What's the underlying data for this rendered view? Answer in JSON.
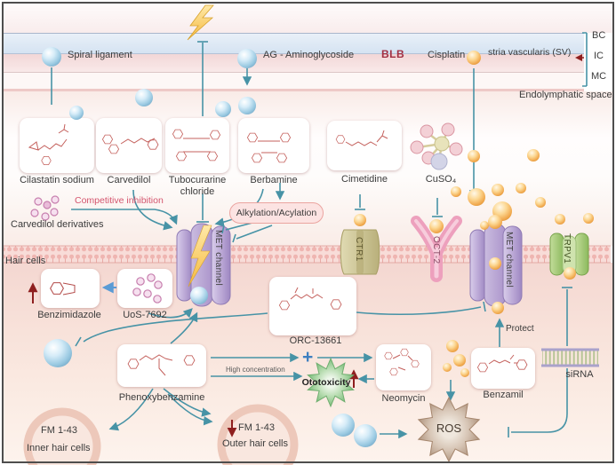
{
  "top": {
    "spiral_ligament": "Spiral ligament",
    "aminoglycoside": "AG - Aminoglycoside",
    "blb": "BLB",
    "cisplatin": "Cisplatin",
    "stria_vascularis": "stria vascularis (SV)",
    "layer_bc": "BC",
    "layer_ic": "IC",
    "layer_mc": "MC",
    "endolymphatic_space": "Endolymphatic space"
  },
  "drugs": {
    "cilastatin": "Cilastatin sodium",
    "carvedilol": "Carvedilol",
    "tubocurarine": "Tubocurarine chloride",
    "berbamine": "Berbamine",
    "cimetidine": "Cimetidine",
    "cuso4": "CuSO₄"
  },
  "mid": {
    "competitive_inhibition": "Competitive inhibition",
    "carvedilol_derivatives": "Carvedilol derivatives",
    "alkylation": "Alkylation/Acylation",
    "met_channel": "MET channel",
    "ctr1": "CTR1",
    "oct2": "OCT-2",
    "trpv1": "TRPV1",
    "hair_cells": "Hair cells"
  },
  "bottom": {
    "benzimidazole": "Benzimidazole",
    "uos7692": "UoS-7692",
    "orc13661": "ORC-13661",
    "phenoxybenzamine": "Phenoxybenzamine",
    "high_concentration": "High concentration",
    "plus": "+",
    "ototoxicity": "Ototoxicity",
    "neomycin": "Neomycin",
    "protect": "Protect",
    "benzamil": "Benzamil",
    "sirna": "siRNA",
    "ros": "ROS",
    "fm143": "FM 1-43",
    "inner_hair_cells": "Inner hair cells",
    "outer_hair_cells": "Outer hair cells"
  },
  "colors": {
    "connector_teal": "#4793a6",
    "inhibition_label_red": "#d4556e",
    "blb_red": "#a12f42",
    "arrow_dark_red": "#8e1f1f",
    "channel_purple": "#b7a3d3",
    "trpv1_green": "#8cb95d",
    "oct2_pink": "#eda0bd",
    "ctr1_khaki": "#cdc48e",
    "cisplatin_orange": "#f1a94e",
    "aminoglycoside_blue": "#9bcae2"
  }
}
